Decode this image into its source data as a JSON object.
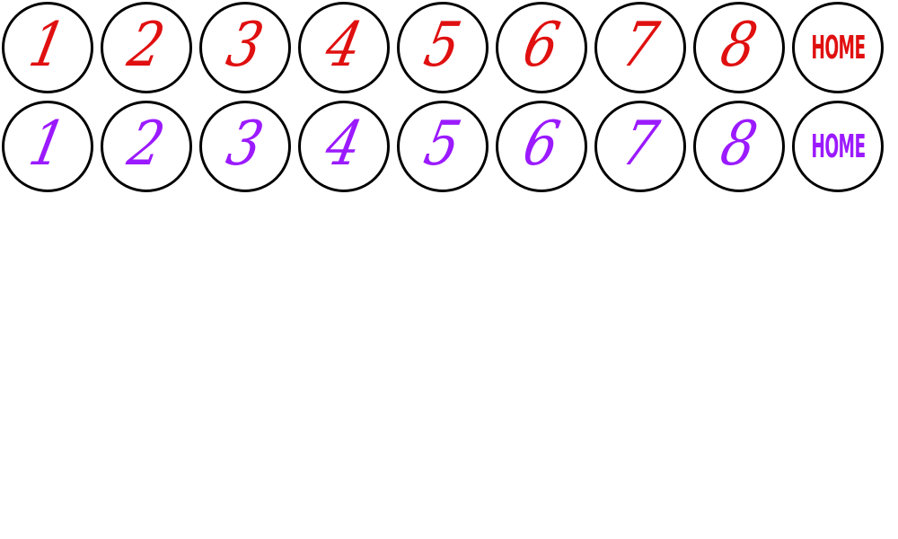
{
  "rows": [
    {
      "color": "#e01010",
      "buttons": [
        "1",
        "2",
        "3",
        "4",
        "5",
        "6",
        "7",
        "8",
        "HOME"
      ]
    },
    {
      "color": "#9b1aff",
      "buttons": [
        "1",
        "2",
        "3",
        "4",
        "5",
        "6",
        "7",
        "8",
        "HOME"
      ]
    }
  ]
}
